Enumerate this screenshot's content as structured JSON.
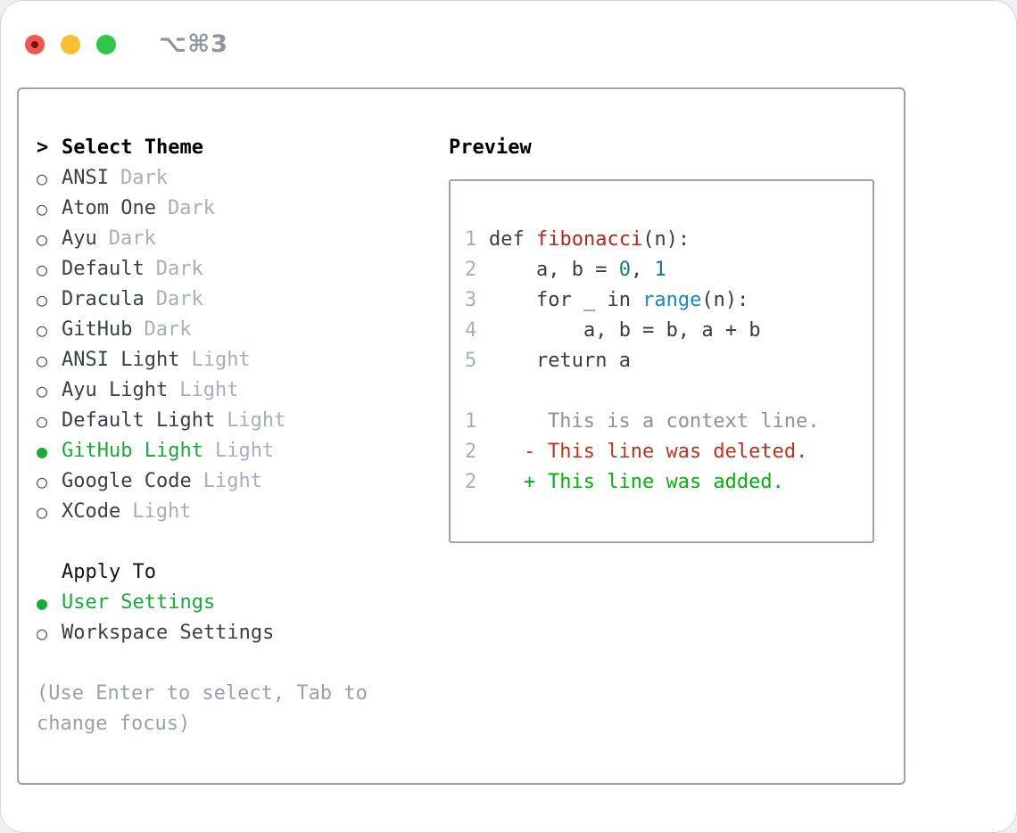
{
  "titlebar": {
    "title": "⌥⌘3"
  },
  "colors": {
    "selection_green": "#17ac35",
    "added_green": "#00b507",
    "deleted_red": "#c2331d",
    "function_red": "#b3271e",
    "builtin_blue": "#1489c9",
    "number_teal": "#0d7e82",
    "muted_gray": "#a7afbc",
    "hint_gray": "#98a1ae",
    "border_gray": "#9ba4b0",
    "traffic_red": "#f2564d",
    "traffic_yellow": "#fbc02d",
    "traffic_green": "#2ec748"
  },
  "theme_panel": {
    "prompt": ">",
    "title": "Select Theme",
    "bullet_selected": "●",
    "bullet_unselected": "○",
    "themes": [
      {
        "name": "ANSI",
        "variant": "Dark",
        "selected": false
      },
      {
        "name": "Atom One",
        "variant": "Dark",
        "selected": false
      },
      {
        "name": "Ayu",
        "variant": "Dark",
        "selected": false
      },
      {
        "name": "Default",
        "variant": "Dark",
        "selected": false
      },
      {
        "name": "Dracula",
        "variant": "Dark",
        "selected": false
      },
      {
        "name": "GitHub",
        "variant": "Dark",
        "selected": false
      },
      {
        "name": "ANSI Light",
        "variant": "Light",
        "selected": false
      },
      {
        "name": "Ayu Light",
        "variant": "Light",
        "selected": false
      },
      {
        "name": "Default Light",
        "variant": "Light",
        "selected": false
      },
      {
        "name": "GitHub Light",
        "variant": "Light",
        "selected": true
      },
      {
        "name": "Google Code",
        "variant": "Light",
        "selected": false
      },
      {
        "name": "XCode",
        "variant": "Light",
        "selected": false
      }
    ],
    "apply_title": "Apply To",
    "apply_options": [
      {
        "name": "User Settings",
        "selected": true
      },
      {
        "name": "Workspace Settings",
        "selected": false
      }
    ],
    "hint_lines": [
      "(Use Enter to select, Tab to",
      "change focus)"
    ]
  },
  "preview": {
    "title": "Preview",
    "code_lines": [
      {
        "num": "1",
        "tokens": [
          {
            "t": "def ",
            "c": "code"
          },
          {
            "t": "fibonacci",
            "c": "func"
          },
          {
            "t": "(n):",
            "c": "code"
          }
        ]
      },
      {
        "num": "2",
        "tokens": [
          {
            "t": "    a, b = ",
            "c": "code"
          },
          {
            "t": "0",
            "c": "num"
          },
          {
            "t": ", ",
            "c": "code"
          },
          {
            "t": "1",
            "c": "num"
          }
        ]
      },
      {
        "num": "3",
        "tokens": [
          {
            "t": "    for _ in ",
            "c": "code"
          },
          {
            "t": "range",
            "c": "builtin"
          },
          {
            "t": "(n):",
            "c": "code"
          }
        ]
      },
      {
        "num": "4",
        "tokens": [
          {
            "t": "        a, b = b, a + b",
            "c": "code"
          }
        ]
      },
      {
        "num": "5",
        "tokens": [
          {
            "t": "    return a",
            "c": "code"
          }
        ]
      }
    ],
    "diff_lines": [
      {
        "num": "1",
        "marker": " ",
        "text": "This is a context line.",
        "kind": "context"
      },
      {
        "num": "2",
        "marker": "-",
        "text": "This line was deleted.",
        "kind": "deleted"
      },
      {
        "num": "2",
        "marker": "+",
        "text": "This line was added.",
        "kind": "added"
      }
    ]
  }
}
